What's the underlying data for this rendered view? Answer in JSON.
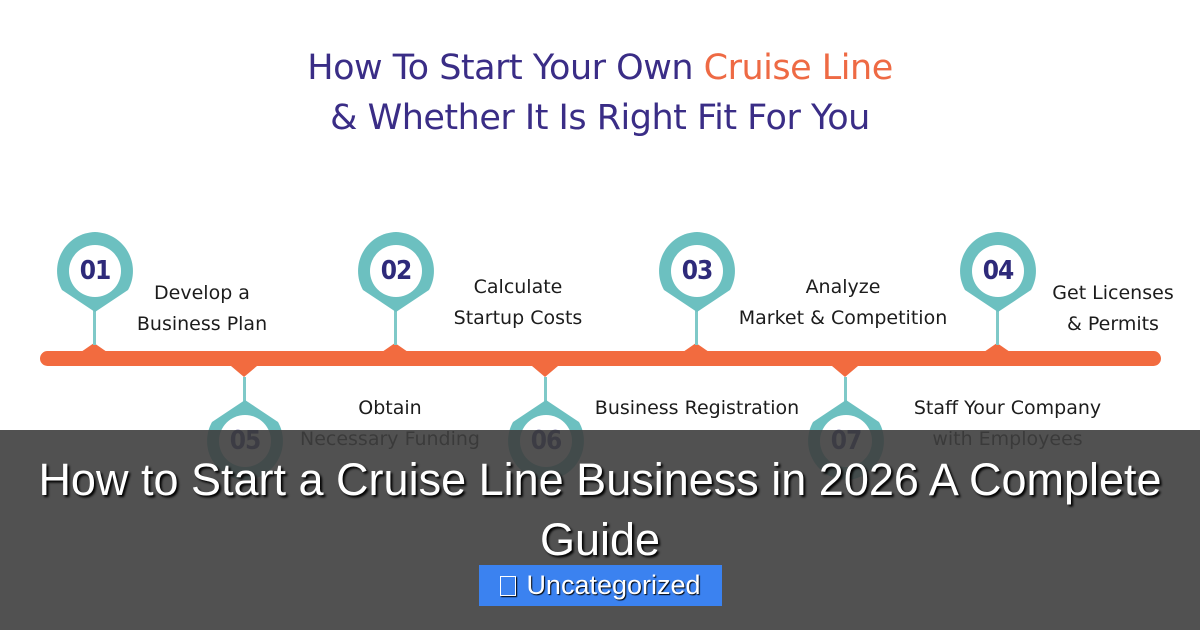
{
  "infographic": {
    "title_line1_prefix": "How To Start Your Own ",
    "title_line1_accent": "Cruise Line",
    "title_line2": "& Whether It Is Right Fit For You",
    "colors": {
      "title": "#3a2d86",
      "accent": "#ee6a44",
      "timeline_bar": "#f26b3f",
      "pin": "#6cc0c0",
      "number": "#2e2a7a"
    },
    "steps": [
      {
        "number": "01",
        "line1": "Develop a",
        "line2": "Business Plan"
      },
      {
        "number": "02",
        "line1": "Calculate",
        "line2": "Startup Costs"
      },
      {
        "number": "03",
        "line1": "Analyze",
        "line2": "Market & Competition"
      },
      {
        "number": "04",
        "line1": "Get Licenses",
        "line2": "& Permits"
      },
      {
        "number": "05",
        "line1": "Obtain",
        "line2": "Necessary Funding"
      },
      {
        "number": "06",
        "line1": "Business Registration",
        "line2": ""
      },
      {
        "number": "07",
        "line1": "Staff Your Company",
        "line2": "with Employees"
      }
    ]
  },
  "post": {
    "title": "How to Start a Cruise Line Business in 2026 A Complete Guide",
    "category_icon": "folder-icon",
    "category": "Uncategorized"
  }
}
